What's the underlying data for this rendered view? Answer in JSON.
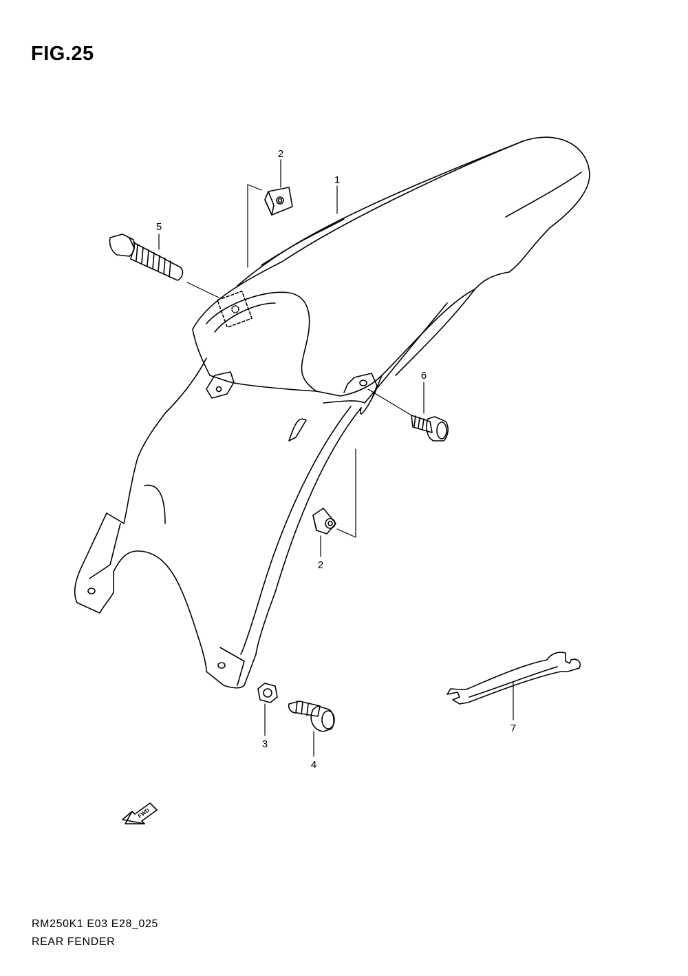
{
  "figure": {
    "title": "FIG.25",
    "code": "RM250K1 E03 E28_025",
    "name": "REAR FENDER"
  },
  "callouts": [
    {
      "id": "c1",
      "label": "1"
    },
    {
      "id": "c2a",
      "label": "2"
    },
    {
      "id": "c2b",
      "label": "2"
    },
    {
      "id": "c3",
      "label": "3"
    },
    {
      "id": "c4",
      "label": "4"
    },
    {
      "id": "c5",
      "label": "5"
    },
    {
      "id": "c6",
      "label": "6"
    },
    {
      "id": "c7",
      "label": "7"
    }
  ],
  "fwd_arrow": {
    "label": "FWD"
  }
}
